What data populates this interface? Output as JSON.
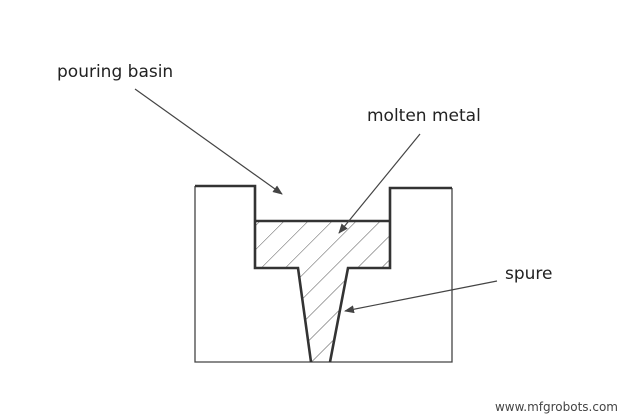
{
  "labels": {
    "pouring_basin": "pouring basin",
    "molten_metal": "molten metal",
    "spure": "spure"
  },
  "watermark": "www.mfgrobots.com",
  "colors": {
    "outline": "#333333",
    "mold": "#444444",
    "hatch": "#555555",
    "arrow": "#444444",
    "text": "#222222",
    "background": "#ffffff"
  }
}
